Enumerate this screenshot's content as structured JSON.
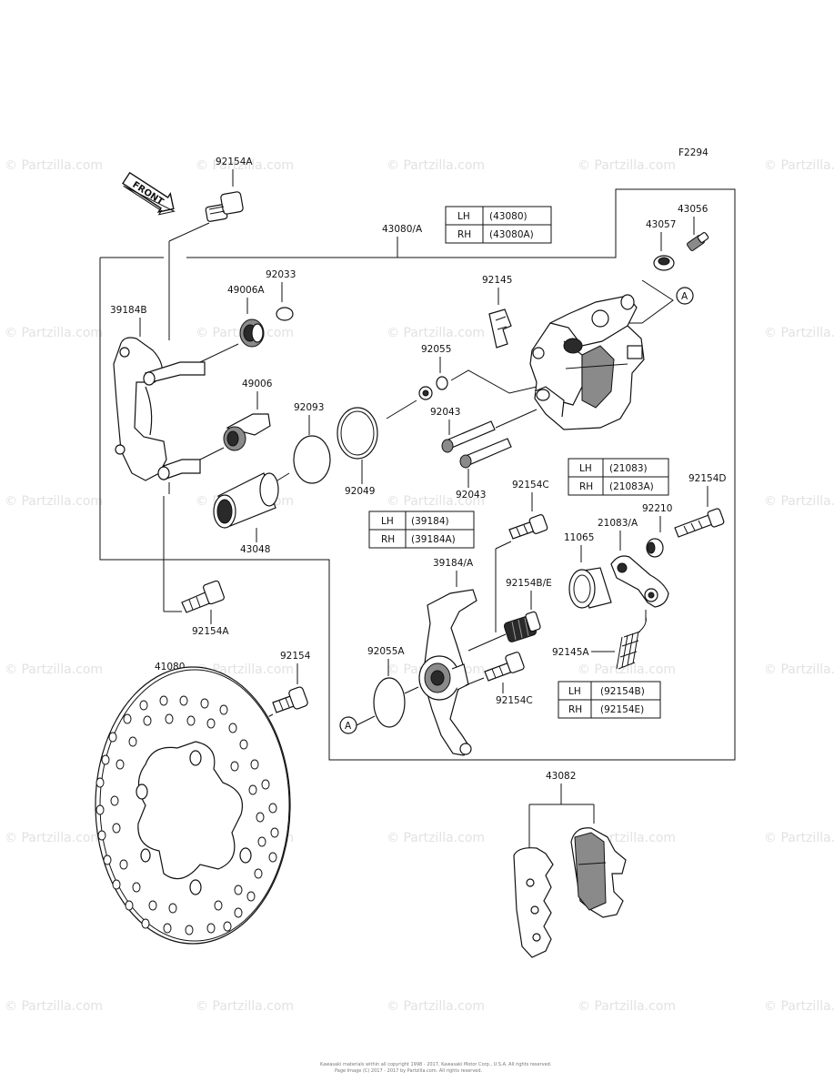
{
  "diagram": {
    "figure_code": "F2294",
    "front_label": "FRONT",
    "callout_marker": "A",
    "watermark": "© Partzilla.com",
    "footer_line1": "Kawasaki materials within all copyright 1998 - 2017, Kawasaki Motor Corp., U.S.A.  All rights reserved.",
    "footer_line2": "Page Image (C) 2017 - 2017 by Partzilla.com. All rights reserved.",
    "labels": {
      "p92154A_top": "92154A",
      "p43080A": "43080/A",
      "p43056": "43056",
      "p43057": "43057",
      "p92033": "92033",
      "p49006A": "49006A",
      "p92145": "92145",
      "p39184B": "39184B",
      "p92055": "92055",
      "p49006": "49006",
      "p92093": "92093",
      "p92043a": "92043",
      "p92043b": "92043",
      "p92049": "92049",
      "p43048": "43048",
      "p92154C_top": "92154C",
      "p92154D": "92154D",
      "p92210": "92210",
      "p21083A": "21083/A",
      "p11065": "11065",
      "p39184A": "39184/A",
      "p92154BE": "92154B/E",
      "p92154A_bot": "92154A",
      "p92055A": "92055A",
      "p92145A": "92145A",
      "p41080": "41080",
      "p92154": "92154",
      "p92154C_bot": "92154C",
      "p43082": "43082"
    },
    "tables": {
      "t43080": [
        [
          "LH",
          "(43080)"
        ],
        [
          "RH",
          "(43080A)"
        ]
      ],
      "t21083": [
        [
          "LH",
          "(21083)"
        ],
        [
          "RH",
          "(21083A)"
        ]
      ],
      "t39184": [
        [
          "LH",
          "(39184)"
        ],
        [
          "RH",
          "(39184A)"
        ]
      ],
      "t92154": [
        [
          "LH",
          "(92154B)"
        ],
        [
          "RH",
          "(92154E)"
        ]
      ]
    }
  }
}
